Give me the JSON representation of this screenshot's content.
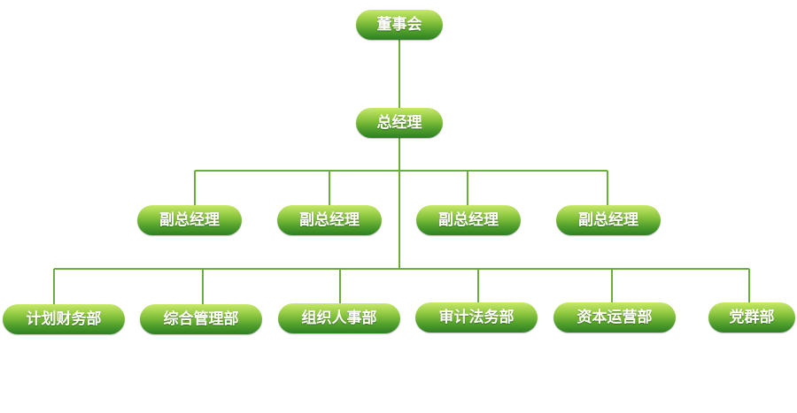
{
  "org_chart": {
    "board": "董事会",
    "general_manager": "总经理",
    "deputy_general_managers": [
      "副总经理",
      "副总经理",
      "副总经理",
      "副总经理"
    ],
    "departments": [
      "计划财务部",
      "综合管理部",
      "组织人事部",
      "审计法务部",
      "资本运营部",
      "党群部"
    ]
  },
  "colors": {
    "connector": "#6cae3d",
    "node_gradient": [
      "#c8e86a",
      "#8cc63f",
      "#4f9e2c",
      "#2f7f25"
    ],
    "node_text": "#ffffff"
  }
}
